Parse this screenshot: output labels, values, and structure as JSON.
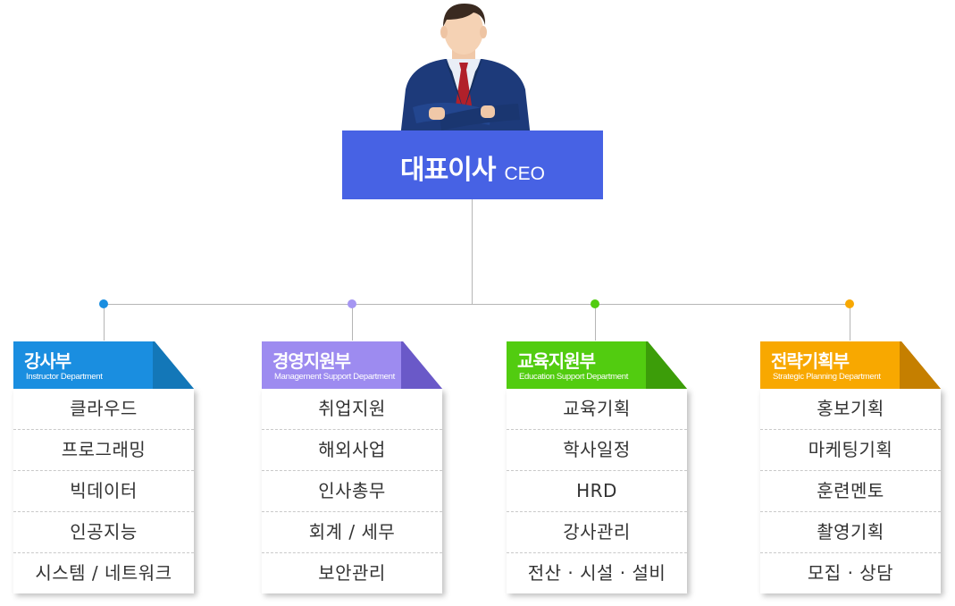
{
  "ceo": {
    "title": "대표이사",
    "subtitle": "CEO",
    "box_color": "#4762e4"
  },
  "departments": [
    {
      "name": "강사부",
      "name_en": "Instructor Department",
      "color": "#1a8ee0",
      "fold_color": "#1377b8",
      "dot_color": "#1a8ee0",
      "items": [
        "클라우드",
        "프로그래밍",
        "빅데이터",
        "인공지능",
        "시스템 / 네트워크"
      ]
    },
    {
      "name": "경영지원부",
      "name_en": "Management Support Department",
      "color": "#9d8bf0",
      "fold_color": "#6a59c8",
      "dot_color": "#a596f2",
      "items": [
        "취업지원",
        "해외사업",
        "인사총무",
        "회계 / 세무",
        "보안관리"
      ]
    },
    {
      "name": "교육지원부",
      "name_en": "Education Support Department",
      "color": "#52cc10",
      "fold_color": "#3c9d09",
      "dot_color": "#52cc10",
      "items": [
        "교육기획",
        "학사일정",
        "HRD",
        "강사관리",
        "전산 · 시설 · 설비"
      ]
    },
    {
      "name": "전략기획부",
      "name_en": "Strategic Planning Department",
      "color": "#f8a800",
      "fold_color": "#c57f00",
      "dot_color": "#f8a800",
      "items": [
        "홍보기획",
        "마케팅기획",
        "훈련멘토",
        "촬영기획",
        "모집 · 상담"
      ]
    }
  ]
}
